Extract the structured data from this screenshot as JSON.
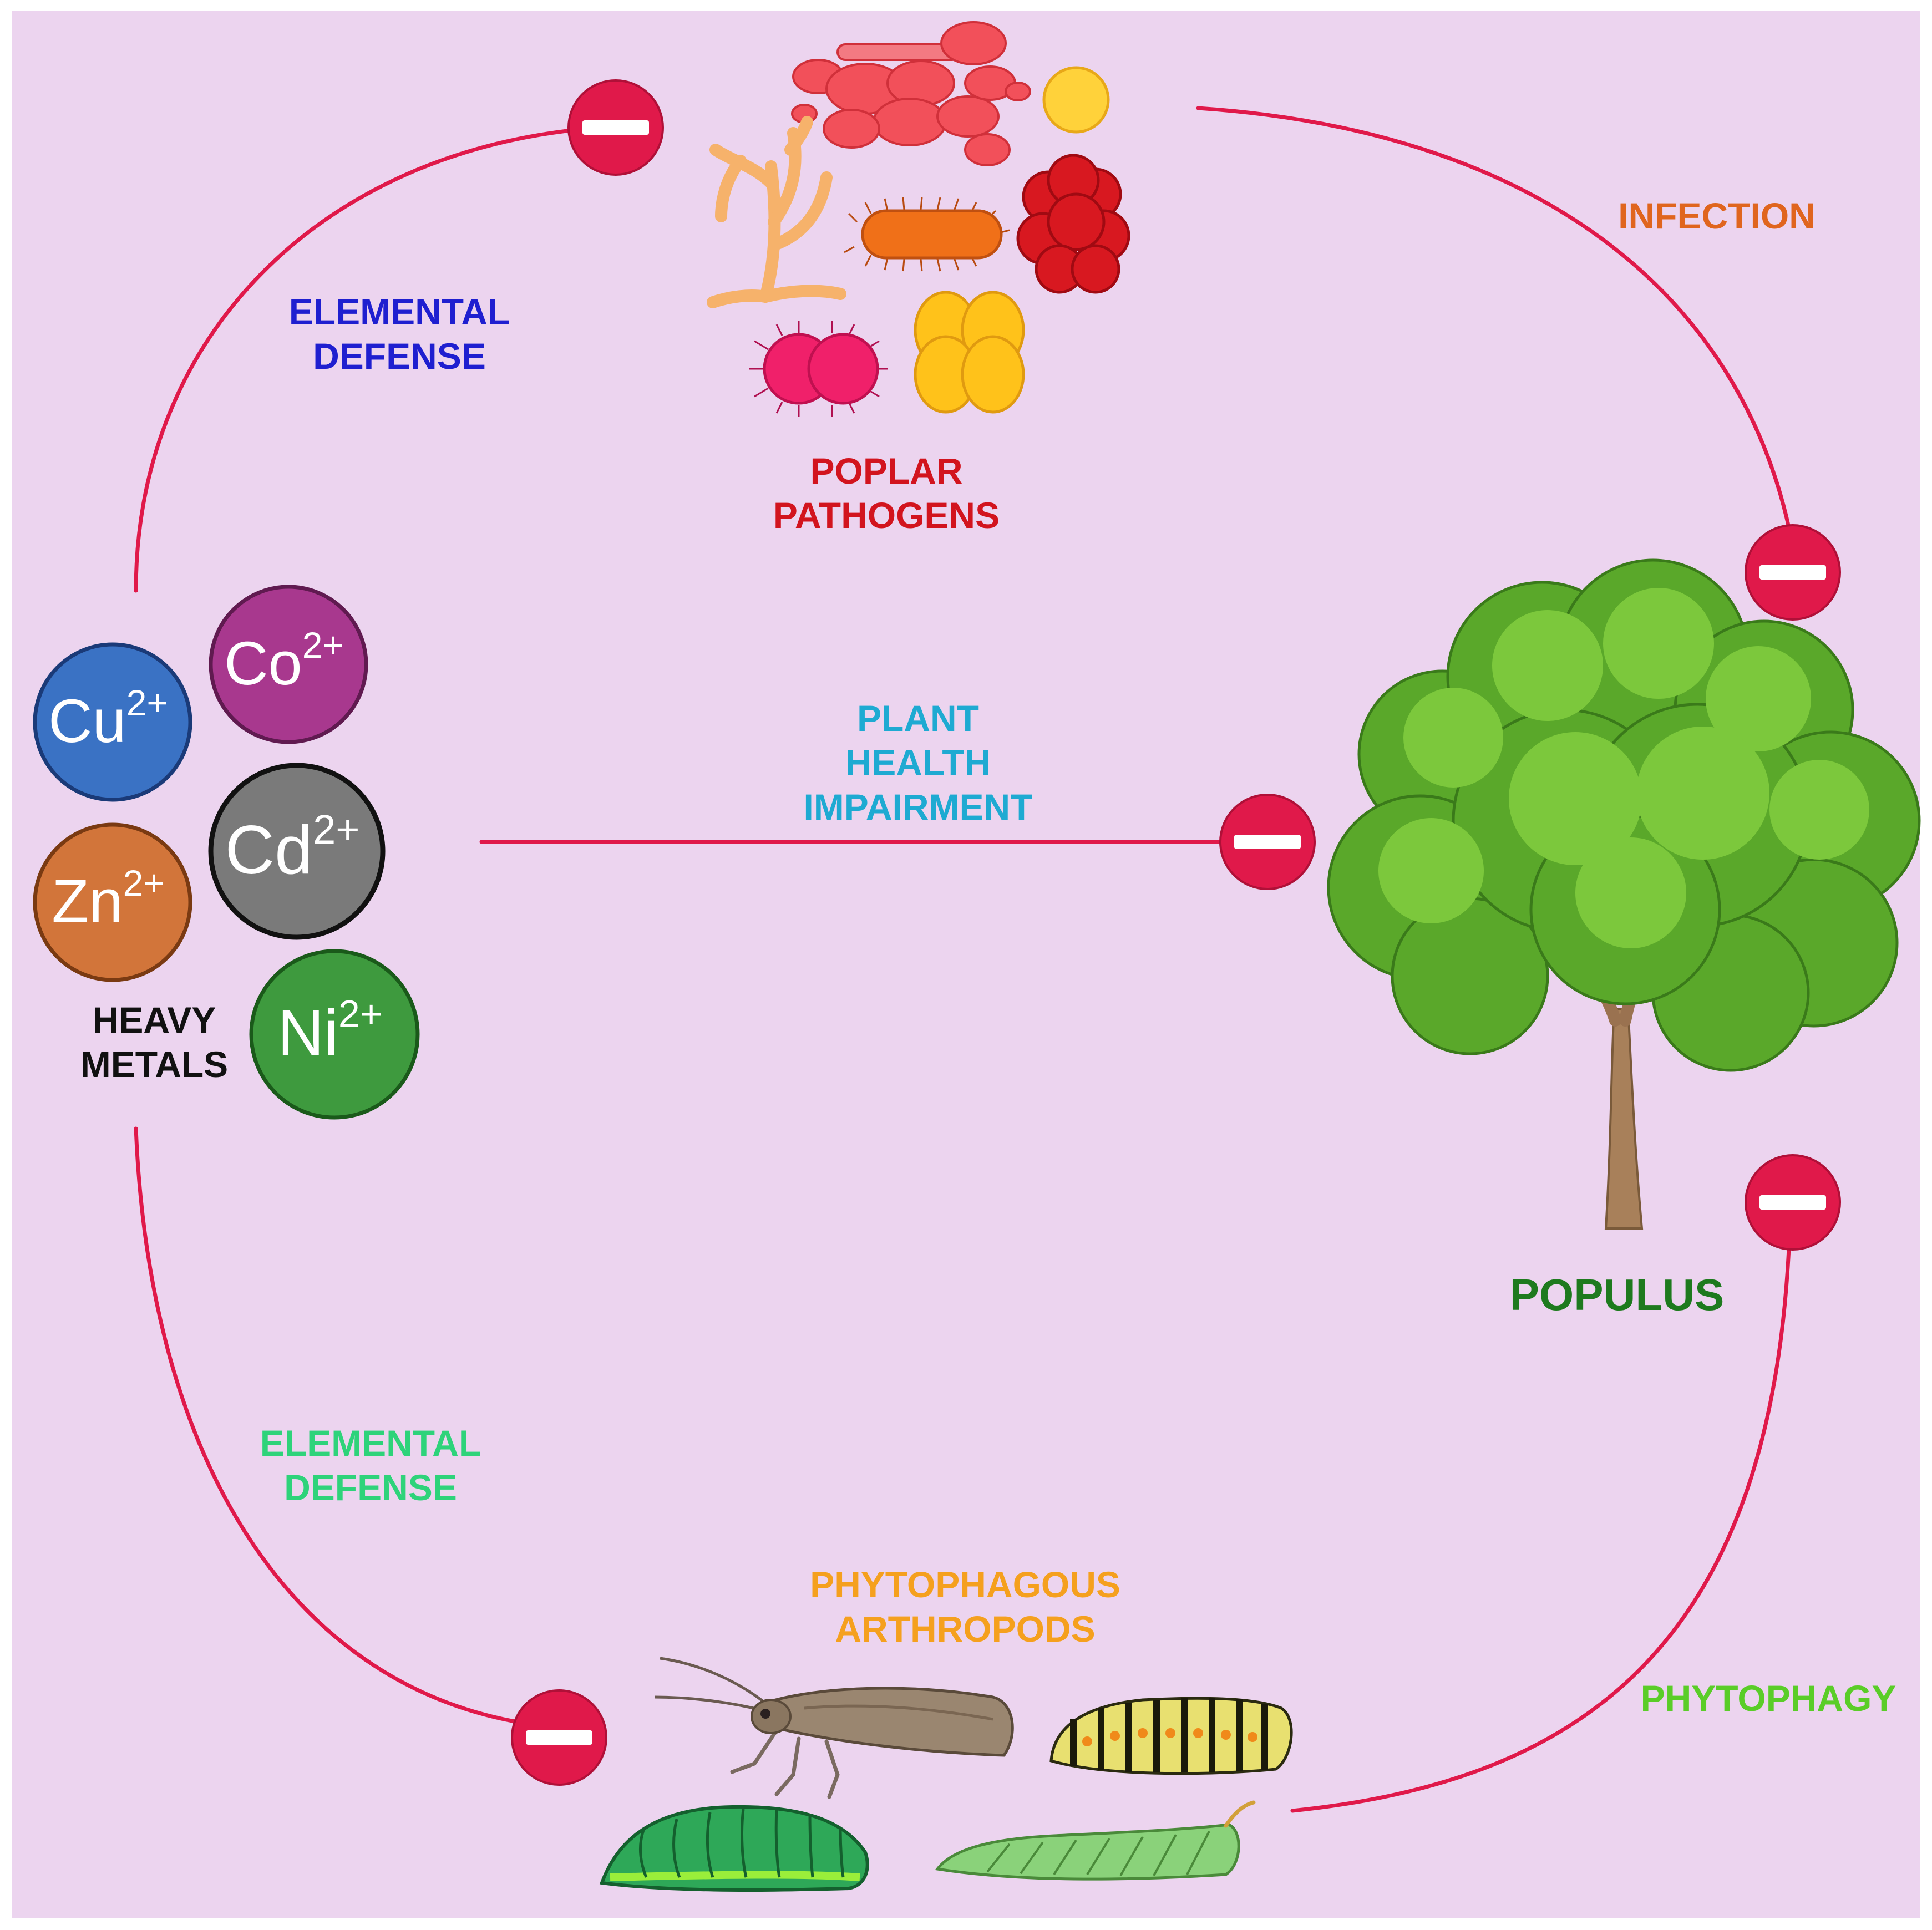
{
  "colors": {
    "background": "#ecd4ef",
    "arrow": "#e0194a",
    "elemental_defense_top": "#1f1fd0",
    "elemental_defense_bottom": "#2ed37a",
    "infection": "#e0651e",
    "plant_health": "#1eaad2",
    "pathogens": "#d2141e",
    "populus": "#1e7a1e",
    "phytophagy": "#5acd28",
    "arthropods": "#f5a01e",
    "heavy_metals": "#111111"
  },
  "labels": {
    "elemental_defense_top": [
      "ELEMENTAL",
      "DEFENSE"
    ],
    "poplar_pathogens": [
      "POPLAR",
      "PATHOGENS"
    ],
    "infection": "INFECTION",
    "plant_health": [
      "PLANT",
      "HEALTH",
      "IMPAIRMENT"
    ],
    "heavy_metals": [
      "HEAVY",
      "METALS"
    ],
    "populus": "POPULUS",
    "elemental_defense_bottom": [
      "ELEMENTAL",
      "DEFENSE"
    ],
    "phytophagous_arthropods": [
      "PHYTOPHAGOUS",
      "ARTHROPODS"
    ],
    "phytophagy": "PHYTOPHAGY"
  },
  "ions": [
    {
      "symbol": "Cu",
      "charge": "2+",
      "color": "#3a72c4"
    },
    {
      "symbol": "Co",
      "charge": "2+",
      "color": "#a8388e"
    },
    {
      "symbol": "Cd",
      "charge": "2+",
      "color": "#7a7a7a"
    },
    {
      "symbol": "Zn",
      "charge": "2+",
      "color": "#d2753a"
    },
    {
      "symbol": "Ni",
      "charge": "2+",
      "color": "#3e9a3e"
    }
  ],
  "inhibition_symbol": "−",
  "icons": {
    "pathogens": [
      "fungal-hyphae-icon",
      "budding-yeast-icon",
      "round-spore-icon",
      "rod-bacterium-icon",
      "spore-cluster-icon",
      "diplococcus-icon",
      "tetrad-cocci-icon"
    ],
    "arthropods": [
      "moth-icon",
      "swallowtail-caterpillar-icon",
      "sawfly-larva-icon",
      "hornworm-caterpillar-icon"
    ],
    "tree": "poplar-tree-icon"
  }
}
